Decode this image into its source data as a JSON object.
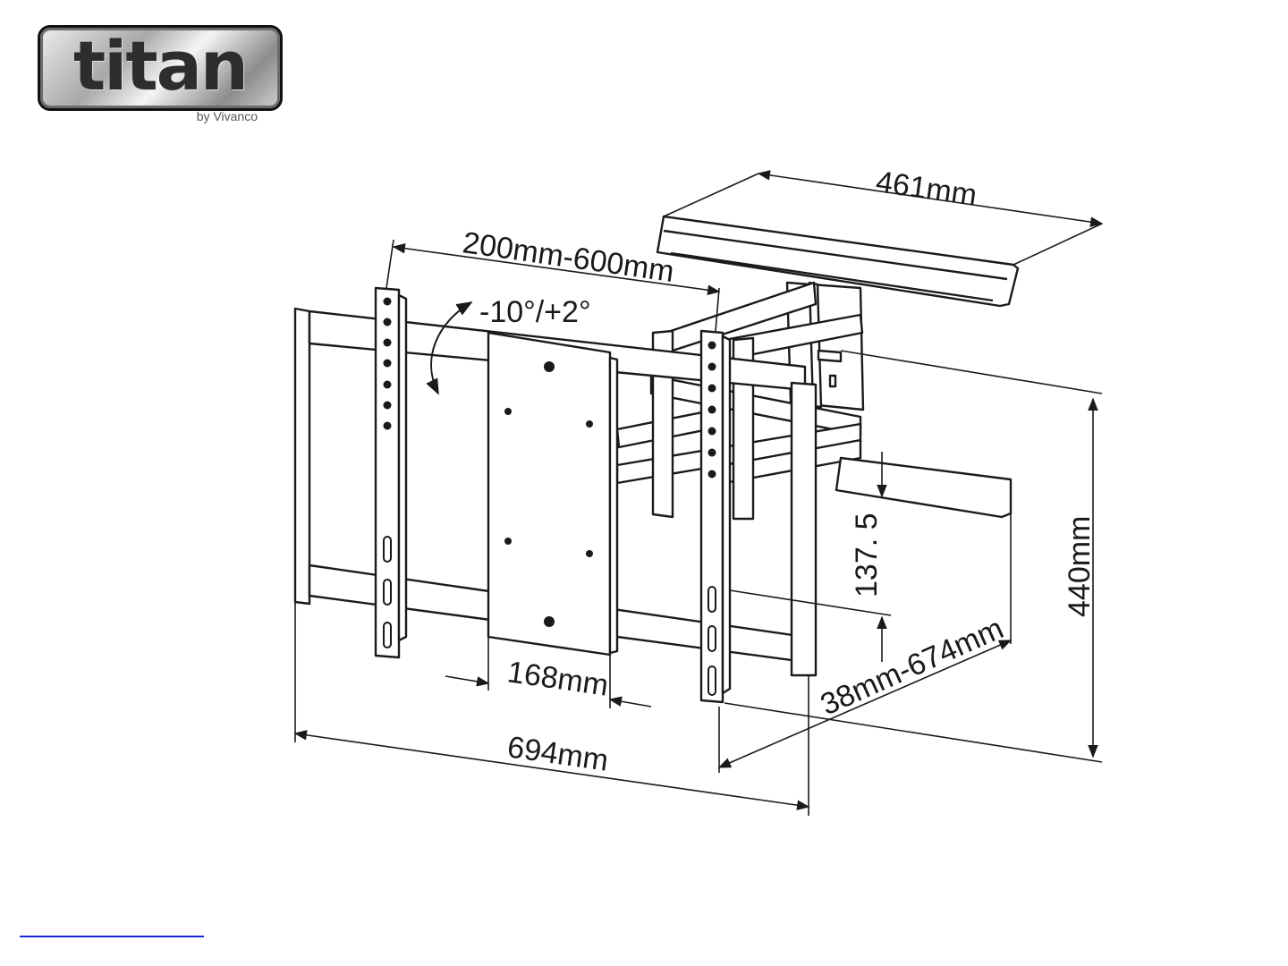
{
  "logo": {
    "word": "titan",
    "byline": "by Vivanco"
  },
  "dimensions": {
    "plate_width": "461mm",
    "vesa_range": "200mm-600mm",
    "tilt": "-10°/+2°",
    "plate_height": "168mm",
    "offset": "137. 5",
    "height": "440mm",
    "depth": "38mm-674mm",
    "total_width": "694mm"
  },
  "colors": {
    "line": "#1a1a1a",
    "link": "#1a2bd6"
  }
}
